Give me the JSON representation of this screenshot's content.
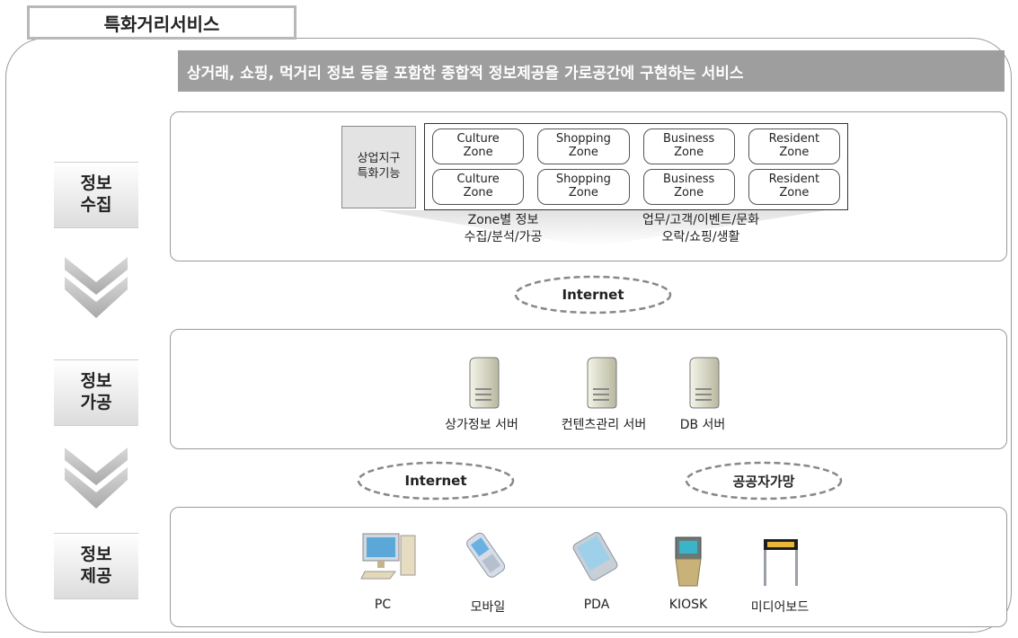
{
  "title": "특화거리서비스",
  "banner": "상거래, 쇼핑, 먹거리 정보 등을 포함한 종합적 정보제공을 가로공간에 구현하는 서비스",
  "stages": {
    "collect": "정보\n수집",
    "process": "정보\n가공",
    "deliver": "정보\n제공"
  },
  "district_label": "상업지구\n특화기능",
  "zones": [
    {
      "name": "Culture",
      "suffix": "Zone"
    },
    {
      "name": "Shopping",
      "suffix": "Zone"
    },
    {
      "name": "Business",
      "suffix": "Zone"
    },
    {
      "name": "Resident",
      "suffix": "Zone"
    },
    {
      "name": "Culture",
      "suffix": "Zone"
    },
    {
      "name": "Shopping",
      "suffix": "Zone"
    },
    {
      "name": "Business",
      "suffix": "Zone"
    },
    {
      "name": "Resident",
      "suffix": "Zone"
    }
  ],
  "captions": {
    "left": "Zone별 정보\n수집/분석/가공",
    "right": "업무/고객/이벤트/문화\n오락/쇼핑/생활"
  },
  "networks": [
    "Internet",
    "Internet",
    "공공자가망"
  ],
  "servers": [
    "상가정보 서버",
    "컨텐츠관리 서버",
    "DB 서버"
  ],
  "devices": [
    "PC",
    "모바일",
    "PDA",
    "KIOSK",
    "미디어보드"
  ],
  "icons": {
    "arrow": "chevron-down-icon",
    "server": "server-icon",
    "pc": "computer-icon",
    "mobile": "mobile-phone-icon",
    "pda": "pda-icon",
    "kiosk": "kiosk-icon",
    "mediaboard": "media-board-icon"
  }
}
